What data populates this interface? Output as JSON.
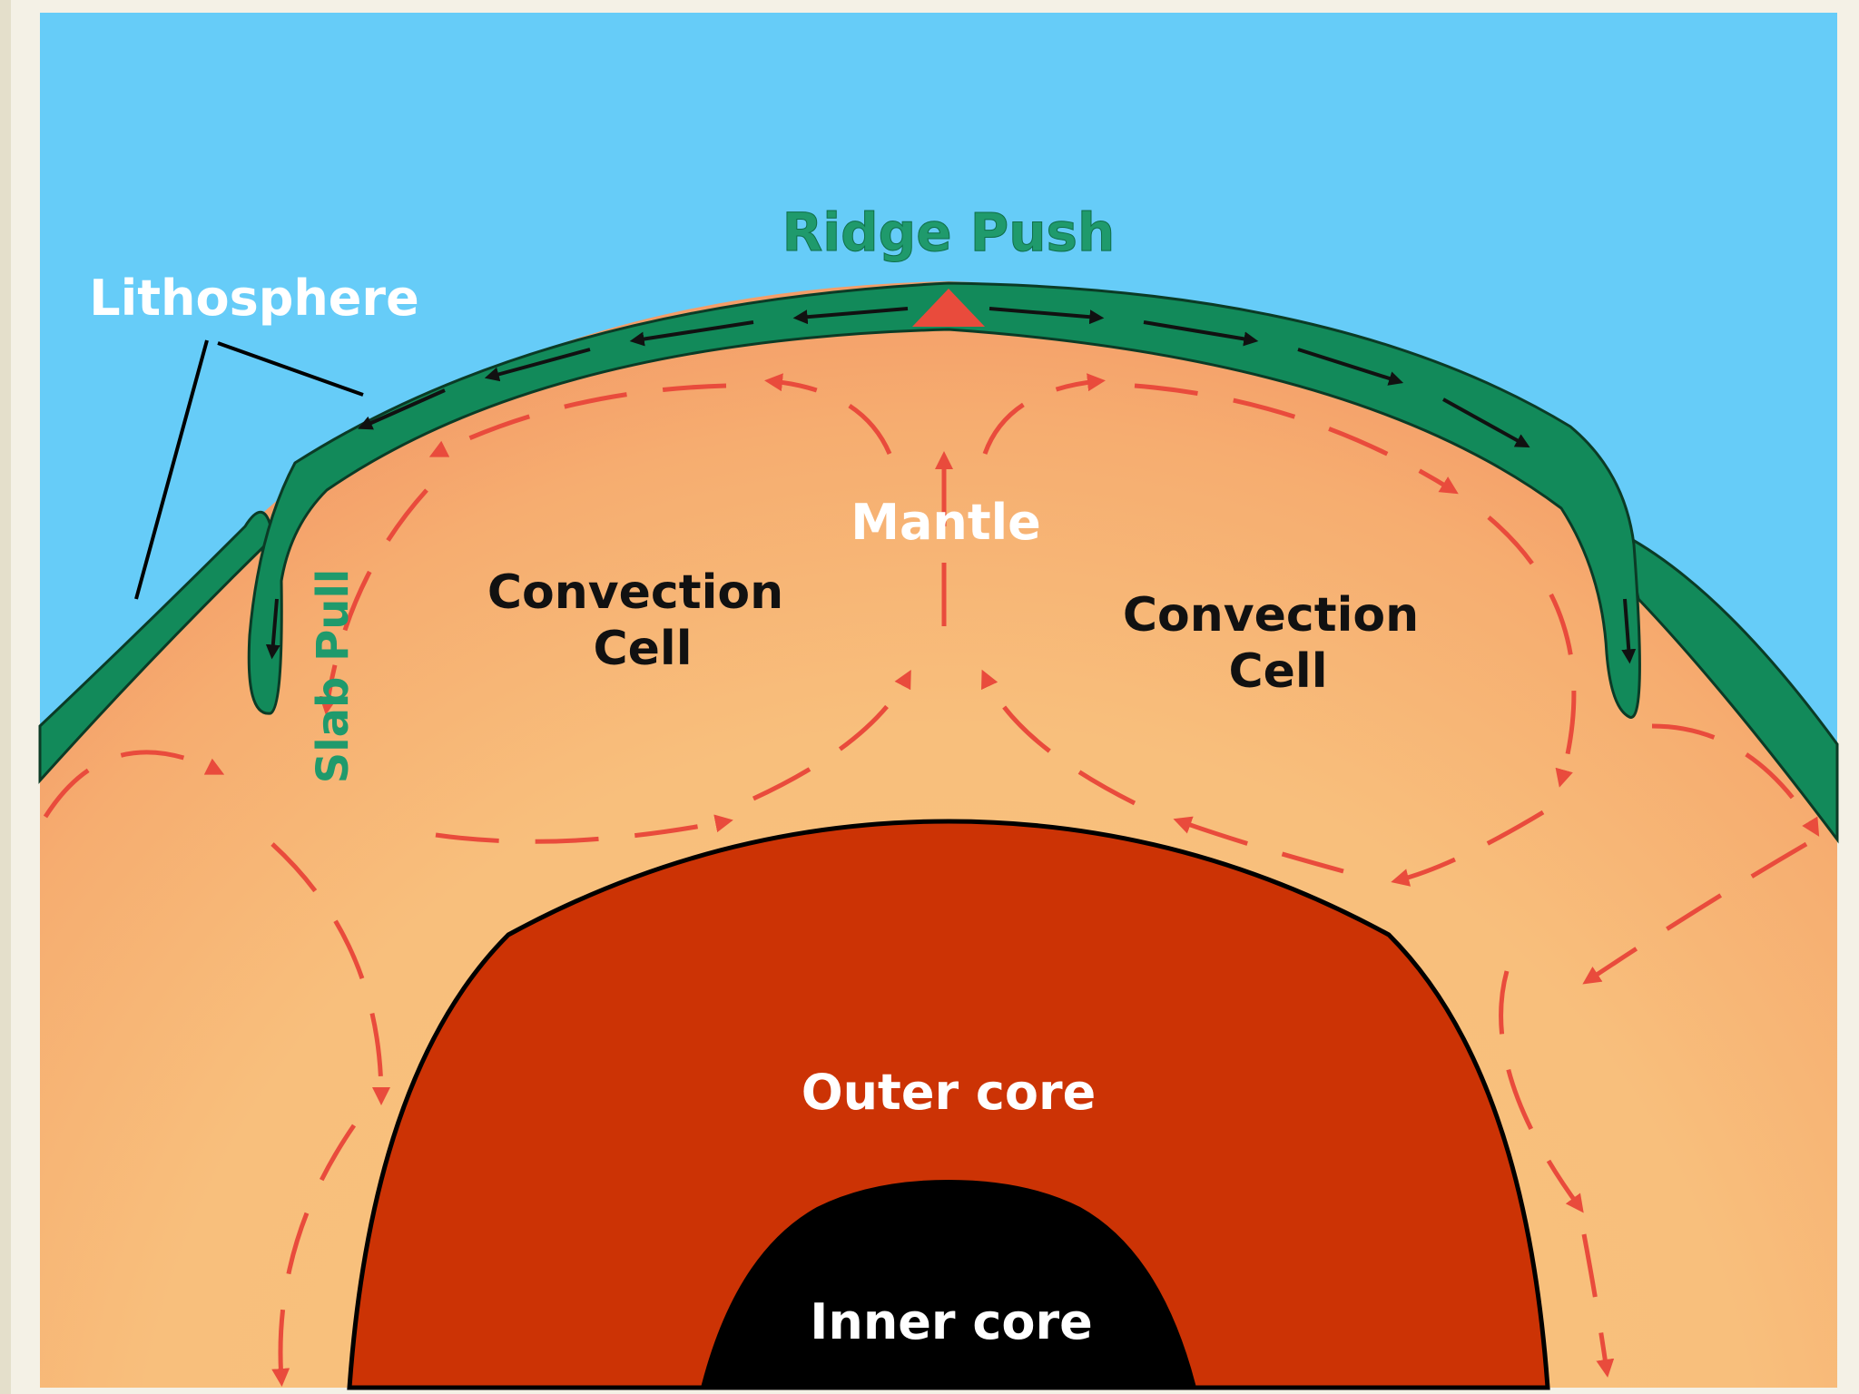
{
  "labels": {
    "ridge_push": "Ridge Push",
    "lithosphere": "Lithosphere",
    "mantle": "Mantle",
    "convection_cell_left": [
      "Convection",
      "Cell"
    ],
    "convection_cell_right": [
      "Convection",
      "Cell"
    ],
    "slab_pull": "Slab Pull",
    "outer_core": "Outer core",
    "inner_core": "Inner core"
  },
  "colors": {
    "sky": "#66ccf8",
    "lithosphere": "#128a5a",
    "lithosphere_label": "#1f9a6c",
    "mantle_outer": "#f39a66",
    "mantle_inner": "#f9c27e",
    "outer_core": "#cc3305",
    "inner_core": "#000000",
    "arrows": "#e94b3c",
    "frame": "#ebe6d2"
  }
}
